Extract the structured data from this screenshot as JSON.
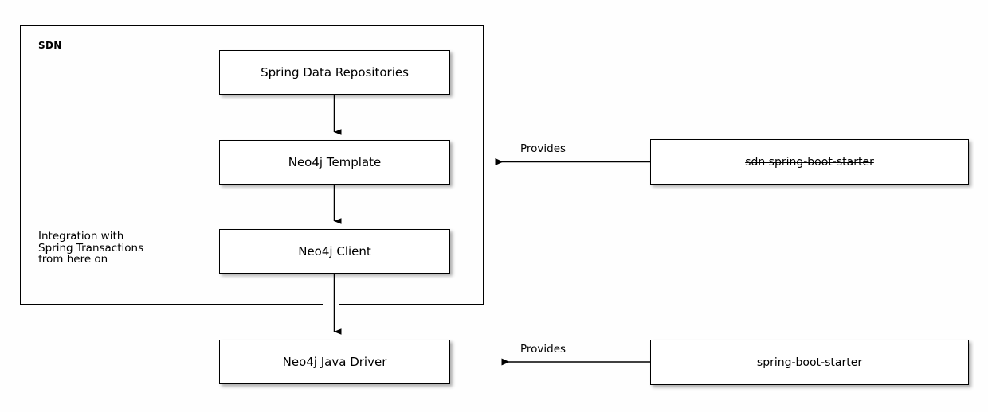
{
  "diagram": {
    "type": "component-diagram",
    "background_color": "#fefefe",
    "line_color": "#000000",
    "node_fill": "#ffffff",
    "container": {
      "label": "SDN"
    },
    "nodes": [
      {
        "id": "spring-data-repositories",
        "label": "Spring Data Repositories",
        "strikethrough": false
      },
      {
        "id": "neo4j-template",
        "label": "Neo4j Template",
        "strikethrough": false
      },
      {
        "id": "neo4j-client",
        "label": "Neo4j Client",
        "strikethrough": false
      },
      {
        "id": "neo4j-java-driver",
        "label": "Neo4j Java Driver",
        "strikethrough": false
      },
      {
        "id": "sdn-spring-boot-starter",
        "label": "sdn spring-boot-starter",
        "strikethrough": true
      },
      {
        "id": "spring-boot-starter",
        "label": "spring-boot-starter",
        "strikethrough": true
      }
    ],
    "note": {
      "line1": "Integration with",
      "line2": "Spring Transactions",
      "line3": "from here on"
    },
    "edges": [
      {
        "from": "spring-data-repositories",
        "to": "neo4j-template",
        "label": "",
        "direction": "down"
      },
      {
        "from": "neo4j-template",
        "to": "neo4j-client",
        "label": "",
        "direction": "down"
      },
      {
        "from": "neo4j-client",
        "to": "neo4j-java-driver",
        "label": "",
        "direction": "down"
      },
      {
        "from": "sdn-spring-boot-starter",
        "to": "neo4j-template",
        "label": "Provides",
        "direction": "left"
      },
      {
        "from": "spring-boot-starter",
        "to": "neo4j-java-driver",
        "label": "Provides",
        "direction": "left"
      }
    ]
  }
}
